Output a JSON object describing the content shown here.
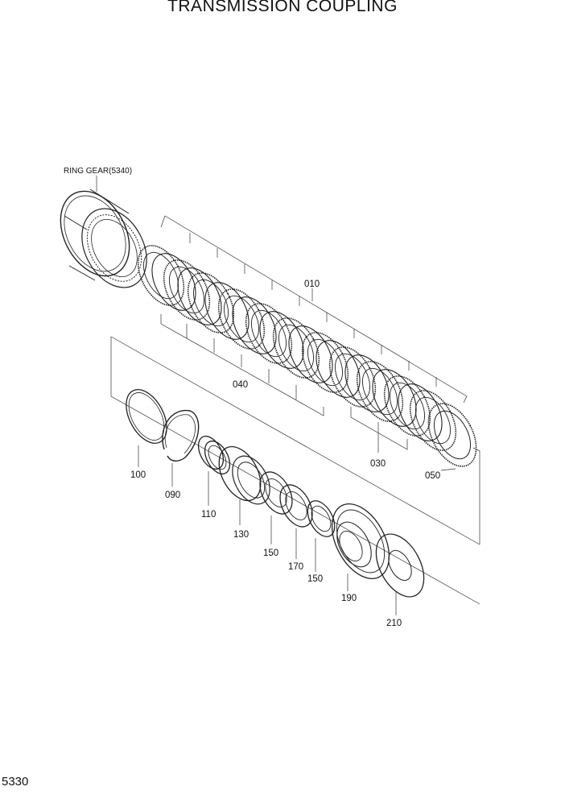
{
  "title": "TRANSMISSION COUPLING",
  "page_number": "5330",
  "callouts": {
    "ring_gear": "RING GEAR(5340)",
    "p010": "010",
    "p040": "040",
    "p030": "030",
    "p050": "050",
    "p100": "100",
    "p090": "090",
    "p110": "110",
    "p130": "130",
    "p150a": "150",
    "p170": "170",
    "p150b": "150",
    "p190": "190",
    "p210": "210"
  }
}
